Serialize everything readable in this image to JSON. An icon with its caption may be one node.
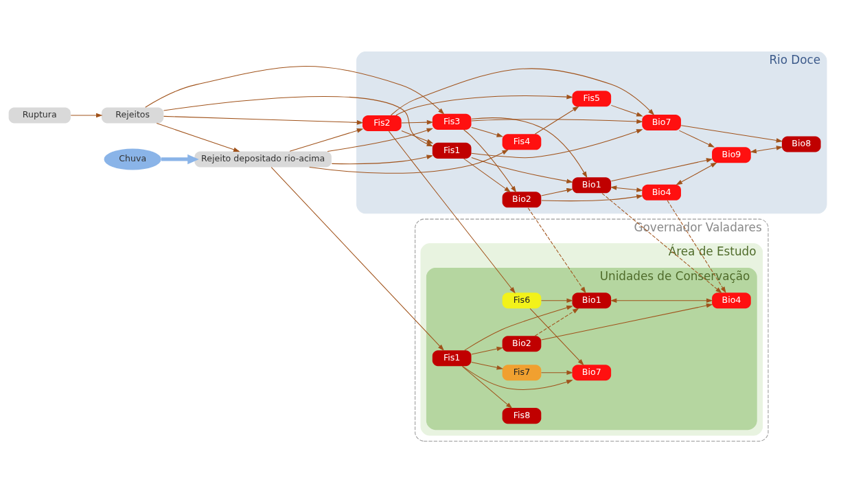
{
  "diagram": {
    "nodes": [
      {
        "text": [
          "Governador Valadares"
        ]
      },
      {
        "text": [
          "Área de Estudo"
        ],
        "in": 0
      },
      {
        "text": [
          "Unidades de Conservação"
        ],
        "in": 1
      },
      {
        "text": [
          "Rio Doce"
        ]
      },
      {
        "text": [
          "Chuva"
        ]
      },
      {
        "text": [
          "Rejeito depositado rio-acima"
        ]
      },
      {
        "text": [
          "Rejeitos"
        ]
      },
      {
        "text": [
          "Ruptura"
        ]
      },
      {
        "text": [
          "Fis7"
        ],
        "in": 2
      },
      {
        "text": [
          "Fis8"
        ],
        "in": 2
      },
      {
        "text": [
          "Bio2"
        ],
        "in": 2
      },
      {
        "text": [
          "Fis1"
        ],
        "in": 2
      },
      {
        "text": [
          "Bio7"
        ],
        "in": 2
      },
      {
        "text": [
          "Bio4"
        ],
        "in": 2
      },
      {
        "text": [
          "Bio1"
        ],
        "in": 2
      },
      {
        "text": [
          "Fis6"
        ],
        "in": 2
      },
      {
        "text": [
          "Fis1"
        ],
        "in": 3
      },
      {
        "text": [
          "Bio2"
        ],
        "in": 3
      },
      {
        "text": [
          "Bio4"
        ],
        "in": 3
      },
      {
        "text": [
          "Bio1"
        ],
        "in": 3
      },
      {
        "text": [
          "Bio9"
        ],
        "in": 3
      },
      {
        "text": [
          "Fis2"
        ],
        "in": 3
      },
      {
        "text": [
          "Bio7"
        ],
        "in": 3
      },
      {
        "text": [
          "Bio8"
        ],
        "in": 3
      },
      {
        "text": [
          "Fis3"
        ],
        "in": 3
      },
      {
        "text": [
          "Fis5"
        ],
        "in": 3
      },
      {
        "text": [
          "Fis4"
        ],
        "in": 3
      }
    ],
    "edges": [
      {
        "from": 4,
        "to": 5,
        "arrow": "to",
        "style": "thick",
        "color": "#8ab4e8"
      },
      {
        "from": 7,
        "to": 6,
        "arrow": "to"
      },
      {
        "from": 6,
        "to": 5,
        "arrow": "to"
      },
      {
        "from": 5,
        "to": 11,
        "arrow": "to"
      },
      {
        "from": 5,
        "to": 16,
        "arrow": "to"
      },
      {
        "from": 5,
        "to": 21,
        "arrow": "to"
      },
      {
        "from": 5,
        "to": 24,
        "arrow": "to"
      },
      {
        "from": 5,
        "to": 26,
        "arrow": "to"
      },
      {
        "from": 6,
        "to": 16,
        "arrow": "to"
      },
      {
        "from": 6,
        "to": 21,
        "arrow": "to"
      },
      {
        "from": 6,
        "to": 24,
        "arrow": "to"
      },
      {
        "from": 11,
        "to": 8,
        "arrow": "to"
      },
      {
        "from": 11,
        "to": 9,
        "arrow": "to"
      },
      {
        "from": 11,
        "to": 10,
        "arrow": "to"
      },
      {
        "from": 11,
        "to": 12,
        "arrow": "to"
      },
      {
        "from": 11,
        "to": 14,
        "arrow": "to"
      },
      {
        "from": 8,
        "to": 12,
        "arrow": "to"
      },
      {
        "from": 15,
        "to": 12,
        "arrow": "to"
      },
      {
        "from": 15,
        "to": 14,
        "arrow": "to"
      },
      {
        "from": 10,
        "to": 13,
        "arrow": "to"
      },
      {
        "from": 10,
        "to": 14,
        "arrow": "to",
        "style": "dashed"
      },
      {
        "from": 14,
        "to": 13,
        "arrow": "both"
      },
      {
        "from": 21,
        "to": 16,
        "arrow": "to"
      },
      {
        "from": 21,
        "to": 24,
        "arrow": "to"
      },
      {
        "from": 21,
        "to": 15,
        "arrow": "to"
      },
      {
        "from": 21,
        "to": 22,
        "arrow": "to"
      },
      {
        "from": 21,
        "to": 25,
        "arrow": "to"
      },
      {
        "from": 16,
        "to": 17,
        "arrow": "to"
      },
      {
        "from": 16,
        "to": 19,
        "arrow": "to"
      },
      {
        "from": 16,
        "to": 22,
        "arrow": "to"
      },
      {
        "from": 24,
        "to": 26,
        "arrow": "to"
      },
      {
        "from": 24,
        "to": 17,
        "arrow": "to"
      },
      {
        "from": 24,
        "to": 19,
        "arrow": "to"
      },
      {
        "from": 24,
        "to": 22,
        "arrow": "to"
      },
      {
        "from": 26,
        "to": 25,
        "arrow": "to"
      },
      {
        "from": 25,
        "to": 22,
        "arrow": "to"
      },
      {
        "from": 17,
        "to": 18,
        "arrow": "to"
      },
      {
        "from": 17,
        "to": 19,
        "arrow": "to"
      },
      {
        "from": 17,
        "to": 14,
        "arrow": "to",
        "style": "dashed"
      },
      {
        "from": 19,
        "to": 18,
        "arrow": "both"
      },
      {
        "from": 19,
        "to": 20,
        "arrow": "to"
      },
      {
        "from": 19,
        "to": 13,
        "arrow": "to",
        "style": "dashed"
      },
      {
        "from": 18,
        "to": 13,
        "arrow": "to",
        "style": "dashed"
      },
      {
        "from": 18,
        "to": 20,
        "arrow": "both"
      },
      {
        "from": 20,
        "to": 23,
        "arrow": "both"
      },
      {
        "from": 22,
        "to": 20,
        "arrow": "to"
      },
      {
        "from": 22,
        "to": 23,
        "arrow": "to"
      }
    ]
  }
}
